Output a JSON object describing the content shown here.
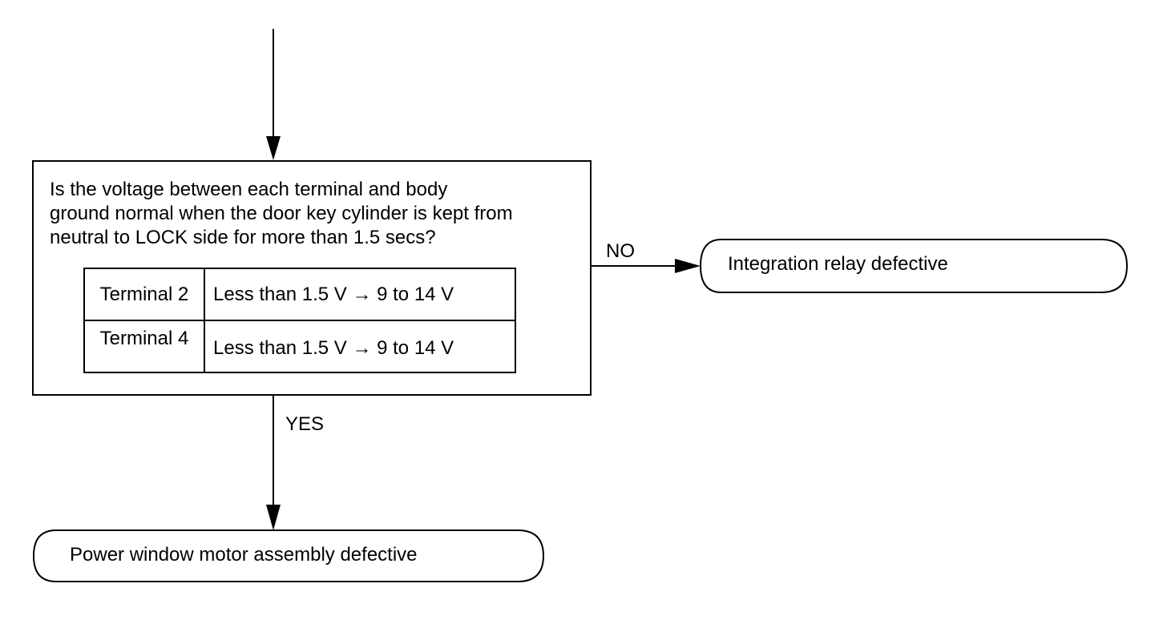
{
  "decision": {
    "question": "Is the voltage between each terminal and body\nground normal when the door key cylinder is kept from\nneutral to LOCK side for more than 1.5 secs?",
    "table": [
      {
        "terminal": "Terminal 2",
        "value": "Less than 1.5 V → 9 to 14 V"
      },
      {
        "terminal": "Terminal 4",
        "value": "Less than 1.5 V → 9 to 14 V"
      }
    ]
  },
  "branches": {
    "no_label": "NO",
    "yes_label": "YES"
  },
  "results": {
    "no_result": "Integration relay defective",
    "yes_result": "Power window motor assembly defective"
  }
}
